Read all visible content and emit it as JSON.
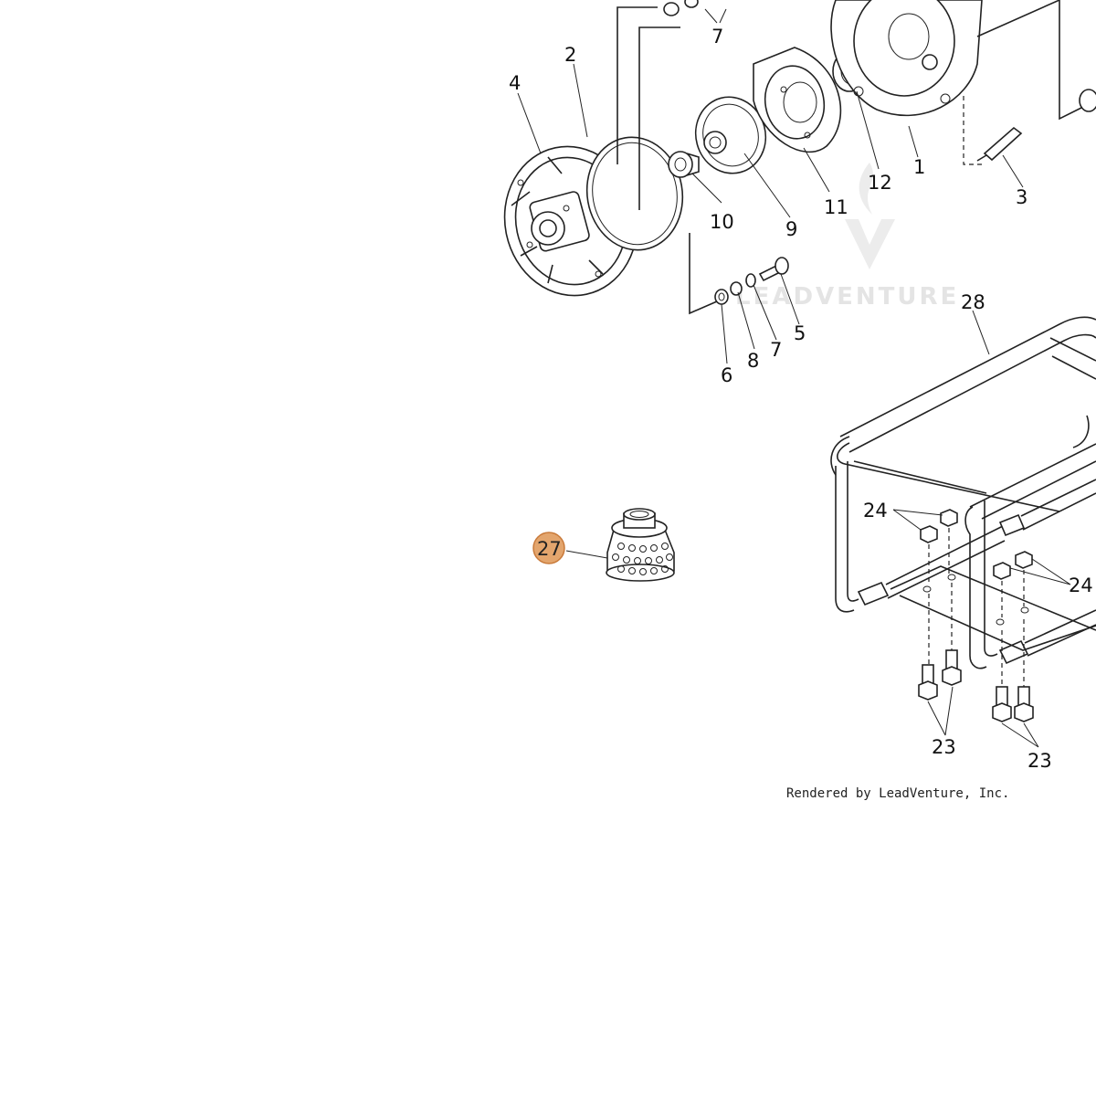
{
  "watermark": {
    "text": "LEADVENTURE",
    "logo_icon": "leadventure-flame-logo"
  },
  "credit": "Rendered by LeadVenture, Inc.",
  "highlight_color": "#e3a56d",
  "highlight_border": "#c97a3a",
  "callouts": {
    "c1": "1",
    "c2": "2",
    "c3": "3",
    "c4": "4",
    "c5": "5",
    "c6": "6",
    "c7a": "7",
    "c7b": "7",
    "c8": "8",
    "c9": "9",
    "c10": "10",
    "c11": "11",
    "c12": "12",
    "c23a": "23",
    "c23b": "23",
    "c24a": "24",
    "c24b": "24",
    "c27": "27",
    "c28": "28"
  }
}
